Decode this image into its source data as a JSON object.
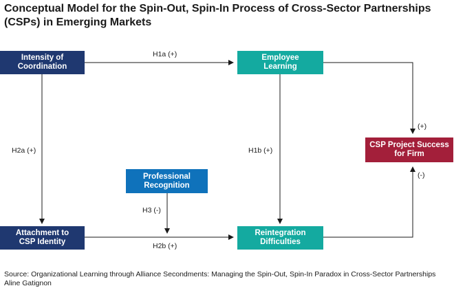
{
  "title": "Conceptual Model for the Spin-Out, Spin-In Process of Cross-Sector Partnerships (CSPs) in Emerging Markets",
  "nodes": {
    "intensity": "Intensity of Coordination",
    "employee_learning": "Employee Learning",
    "professional_recognition": "Professional Recognition",
    "attachment": "Attachment to CSP Identity",
    "reintegration": "Reintegration Difficulties",
    "csp_success": "CSP Project Success for Firm"
  },
  "edge_labels": {
    "h1a": "H1a (+)",
    "h2a": "H2a (+)",
    "h1b": "H1b (+)",
    "h3": "H3 (-)",
    "h2b": "H2b (+)",
    "plus": "(+)",
    "minus": "(-)"
  },
  "source": {
    "line1": "Source: Organizational Learning through Alliance Secondments: Managing the Spin-Out, Spin-In Paradox in Cross-Sector Partnerships",
    "line2": "Aline Gatignon"
  },
  "colors": {
    "navy": "#1f3870",
    "teal": "#14aaa0",
    "blue": "#0f72bb",
    "red": "#a31f3a"
  }
}
